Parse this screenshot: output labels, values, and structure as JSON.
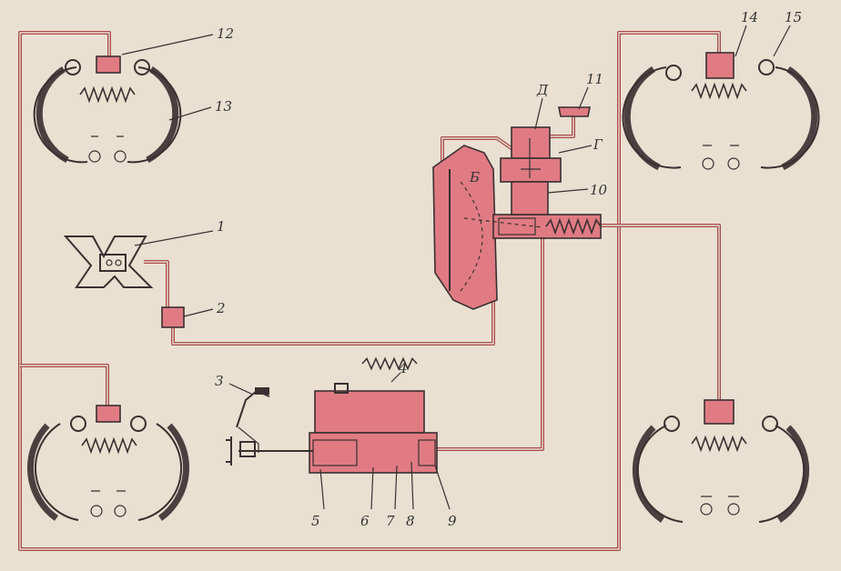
{
  "colors": {
    "background": "#e9e0d2",
    "fluid": "#e07b83",
    "pipe": "#a84a4a",
    "ink": "#3a3030"
  },
  "labels": {
    "l1": "1",
    "l2": "2",
    "l3": "3",
    "l4": "4",
    "l5": "5",
    "l6": "6",
    "l7": "7",
    "l8": "8",
    "l9": "9",
    "l10": "10",
    "l11": "11",
    "l12": "12",
    "l13": "13",
    "l14": "14",
    "l15": "15",
    "lB": "Б",
    "lG": "Г",
    "lD": "Д"
  }
}
